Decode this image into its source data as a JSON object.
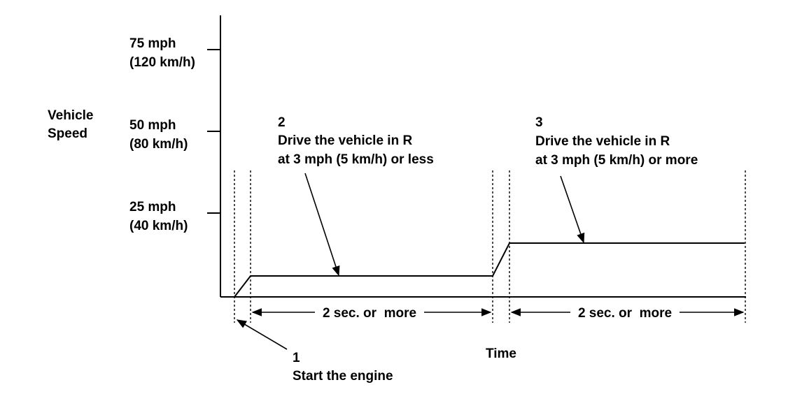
{
  "y_axis": {
    "label_line1": "Vehicle",
    "label_line2": "Speed",
    "ticks": [
      {
        "line1": "75 mph",
        "line2": "(120 km/h)"
      },
      {
        "line1": "50 mph",
        "line2": "(80 km/h)"
      },
      {
        "line1": "25 mph",
        "line2": "(40 km/h)"
      }
    ]
  },
  "x_axis": {
    "label": "Time"
  },
  "steps": {
    "step1": {
      "number": "1",
      "text": "Start the engine"
    },
    "step2": {
      "number": "2",
      "line1": "Drive the vehicle in R",
      "line2": "at 3 mph (5 km/h) or less"
    },
    "step3": {
      "number": "3",
      "line1": "Drive the vehicle in R",
      "line2": "at 3 mph (5 km/h) or more"
    }
  },
  "durations": {
    "first": "2 sec. or  more",
    "second": "2 sec. or  more"
  }
}
